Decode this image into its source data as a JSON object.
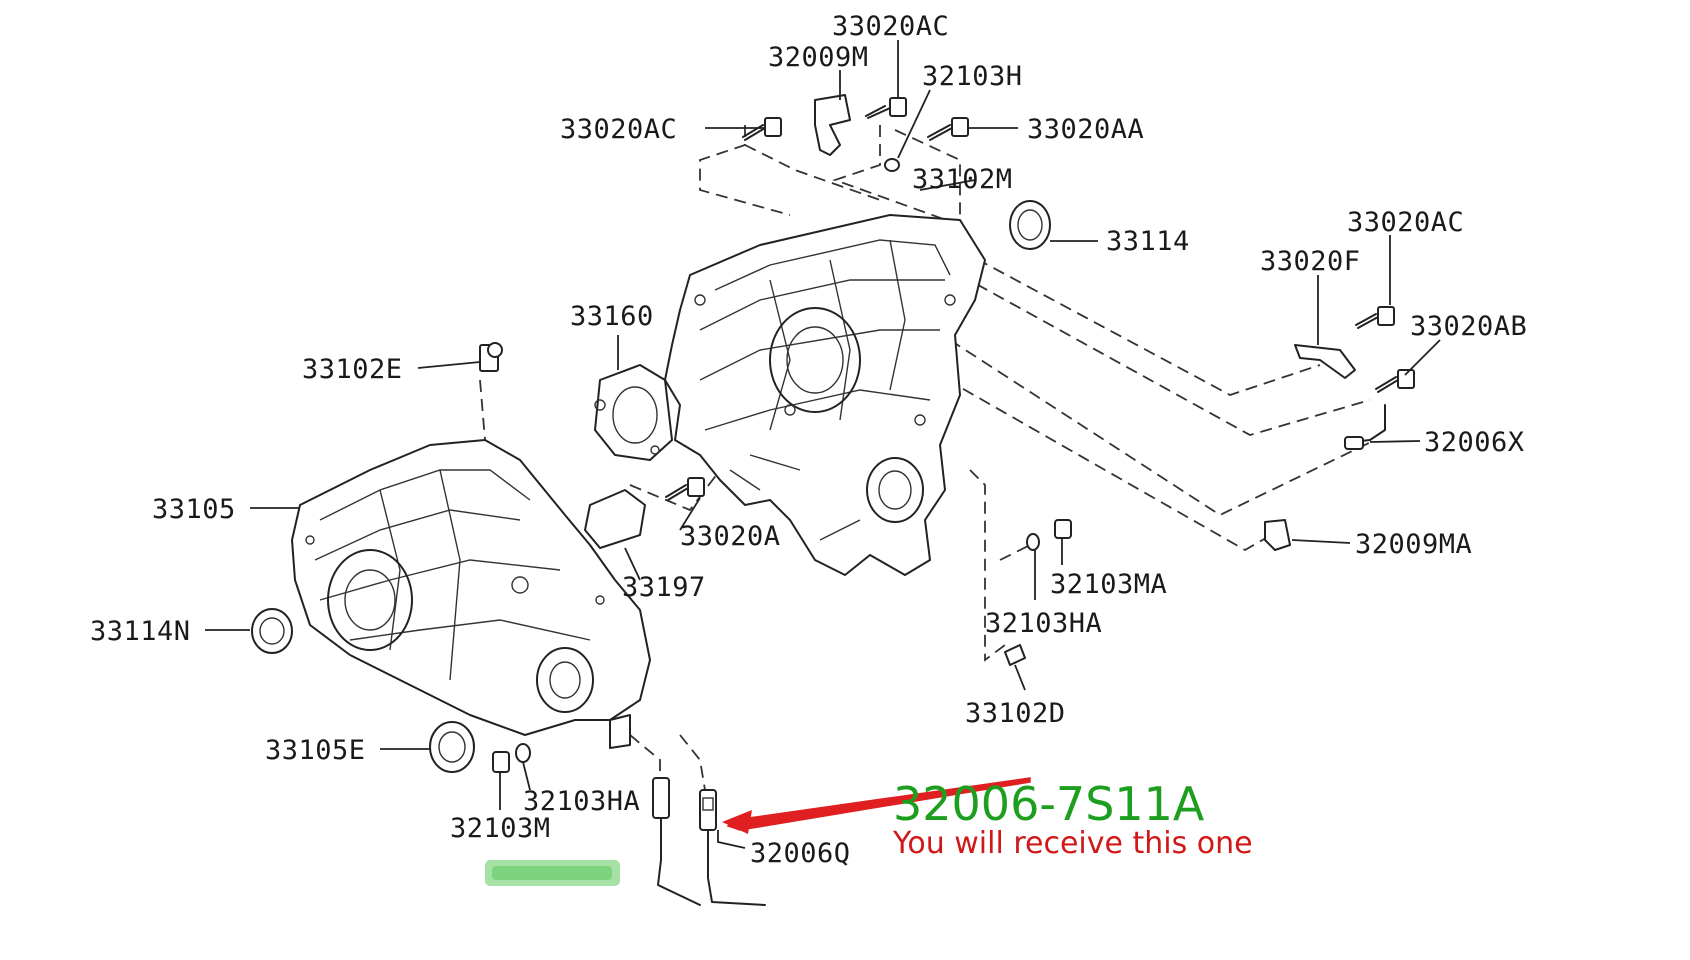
{
  "labels": {
    "l_33020AC_top": "33020AC",
    "l_32009M": "32009M",
    "l_32103H": "32103H",
    "l_33020AC_left": "33020AC",
    "l_33020AA": "33020AA",
    "l_33102M": "33102M",
    "l_33114": "33114",
    "l_33020AC_right": "33020AC",
    "l_33020F": "33020F",
    "l_33020AB": "33020AB",
    "l_33160": "33160",
    "l_33102E": "33102E",
    "l_32006X": "32006X",
    "l_33105": "33105",
    "l_33020A": "33020A",
    "l_32009MA": "32009MA",
    "l_33197": "33197",
    "l_32103MA": "32103MA",
    "l_32103HA_right": "32103HA",
    "l_33114N": "33114N",
    "l_33102D": "33102D",
    "l_33105E": "33105E",
    "l_32103HA_bottom": "32103HA",
    "l_32103M": "32103M",
    "l_32006Q": "32006Q"
  },
  "highlight": {
    "part_number": "32006-7S11A",
    "note": "You will receive this one",
    "part_color": "#1e9e1e",
    "note_color": "#d01818",
    "arrow_color": "#e02020"
  },
  "watermark": {
    "color": "#5cc85c"
  }
}
